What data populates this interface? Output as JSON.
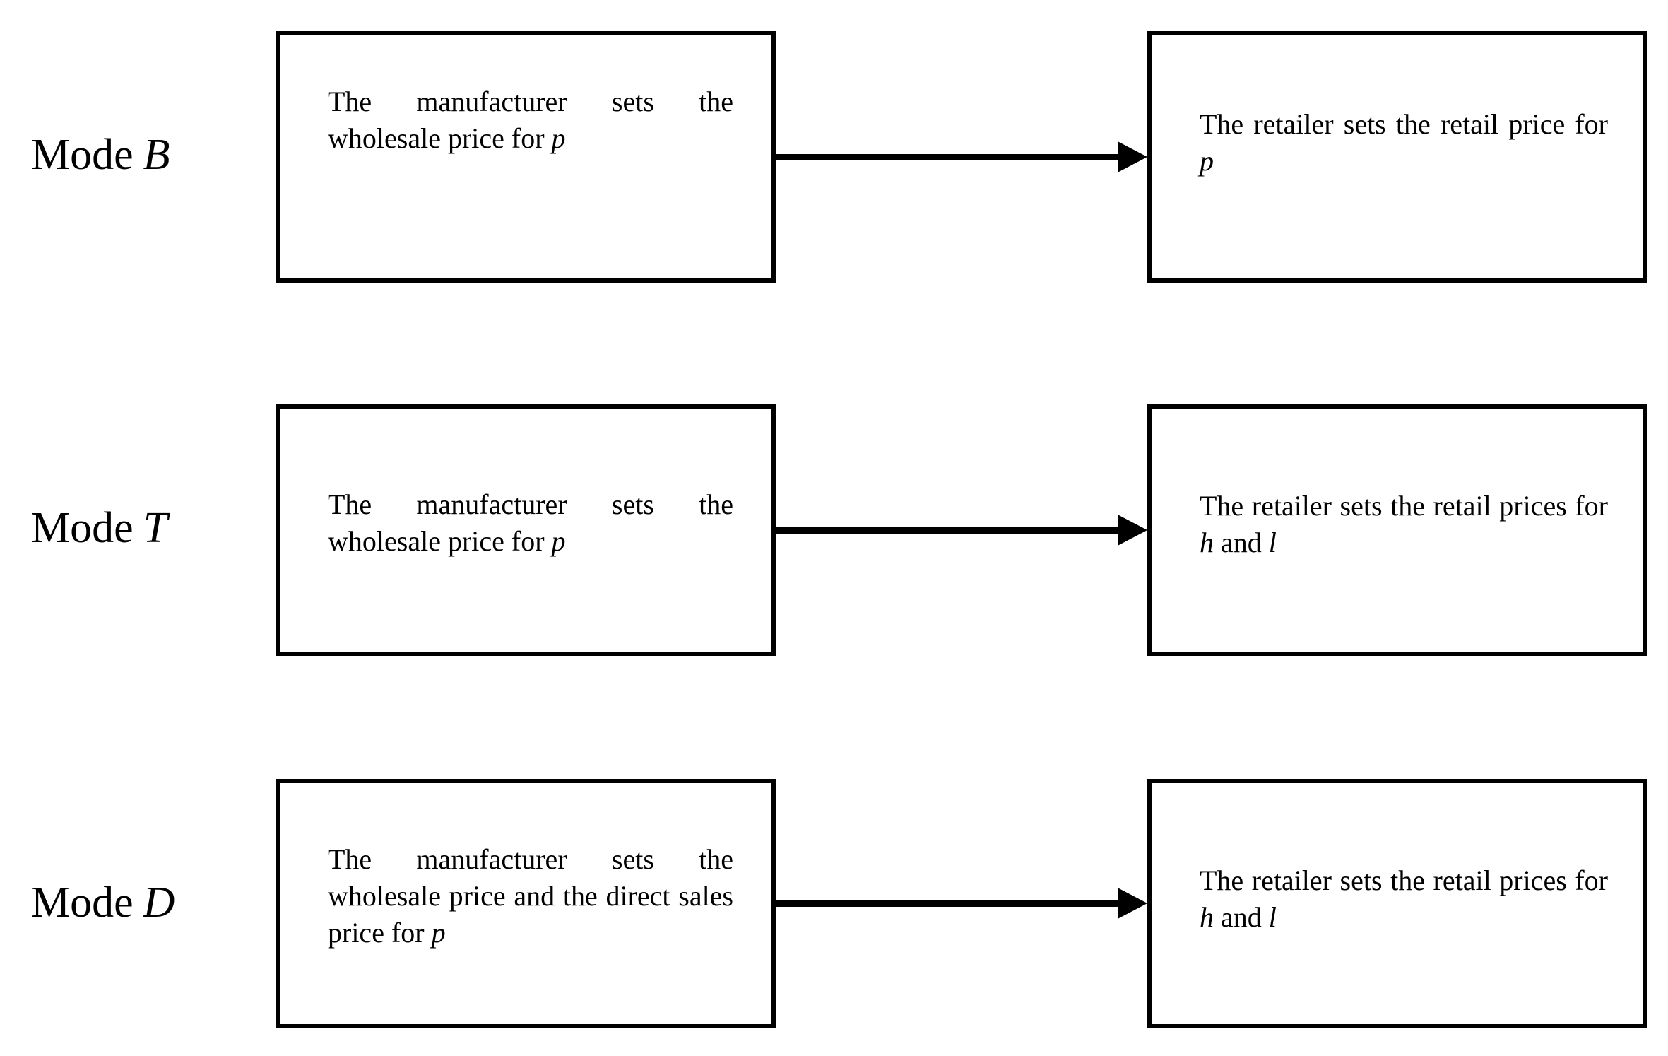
{
  "figure": {
    "type": "flow-diagram",
    "rows": [
      {
        "mode_word": "Mode",
        "mode_symbol": "B",
        "mode_label_full": "Mode B",
        "left_box": {
          "text_plain": "The manufacturer sets the wholesale price for p",
          "segment_1": "The manufacturer sets the wholesale price for ",
          "variable_1": "p"
        },
        "arrow": "right-arrow",
        "right_box": {
          "text_plain": "The retailer sets the retail price for p",
          "segment_1": "The retailer sets the retail price for ",
          "variable_1": "p"
        }
      },
      {
        "mode_word": "Mode",
        "mode_symbol": "T",
        "mode_label_full": "Mode T",
        "left_box": {
          "text_plain": "The manufacturer sets the wholesale price for p",
          "segment_1": "The manufacturer sets the wholesale price for ",
          "variable_1": "p"
        },
        "arrow": "right-arrow",
        "right_box": {
          "text_plain": "The retailer sets the retail prices for h and l",
          "segment_1": "The retailer sets the retail prices for ",
          "variable_1": "h",
          "segment_2": " and ",
          "variable_2": "l"
        }
      },
      {
        "mode_word": "Mode",
        "mode_symbol": "D",
        "mode_label_full": "Mode D",
        "left_box": {
          "text_plain": "The manufacturer sets the wholesale price and the direct sales price for p",
          "segment_1": "The manufacturer sets the wholesale price and the direct sales price for ",
          "variable_1": "p"
        },
        "arrow": "right-arrow",
        "right_box": {
          "text_plain": "The retailer sets the retail prices for h and l",
          "segment_1": "The retailer sets the retail prices for ",
          "variable_1": "h",
          "segment_2": " and ",
          "variable_2": "l"
        }
      }
    ],
    "colors": {
      "stroke": "#000000",
      "background": "#ffffff",
      "text": "#000000"
    }
  }
}
